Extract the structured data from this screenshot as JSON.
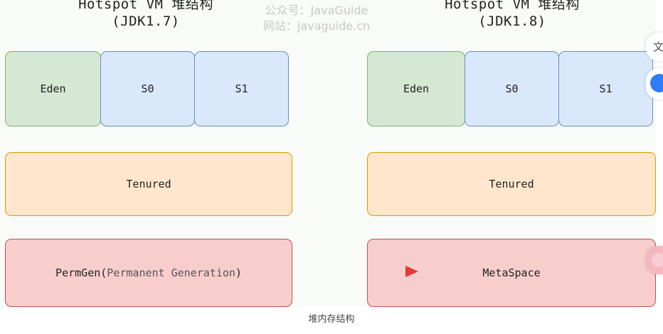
{
  "left": {
    "title_line1": "Hotspot VM  堆结构",
    "title_line2": "(JDK1.7)",
    "eden": "Eden",
    "s0": "S0",
    "s1": "S1",
    "tenured": "Tenured",
    "permgen_main": "PermGen(",
    "permgen_sub": "Permanent Generation",
    "permgen_close": ")"
  },
  "right": {
    "title_line1": "Hotspot VM  堆结构",
    "title_line2": "(JDK1.8)",
    "eden": "Eden",
    "s0": "S0",
    "s1": "S1",
    "tenured": "Tenured",
    "metaspace": "MetaSpace"
  },
  "watermark": {
    "line1": "公众号：JavaGuide",
    "line2": "网站：javaguide.cn"
  },
  "caption": "堆内存结构",
  "side_tab_char": "文",
  "colors": {
    "eden": "#d5e8d4",
    "survivor": "#dae8fc",
    "tenured": "#ffe6cc",
    "permgen": "#f8cecc",
    "arrow": "#e53935"
  }
}
